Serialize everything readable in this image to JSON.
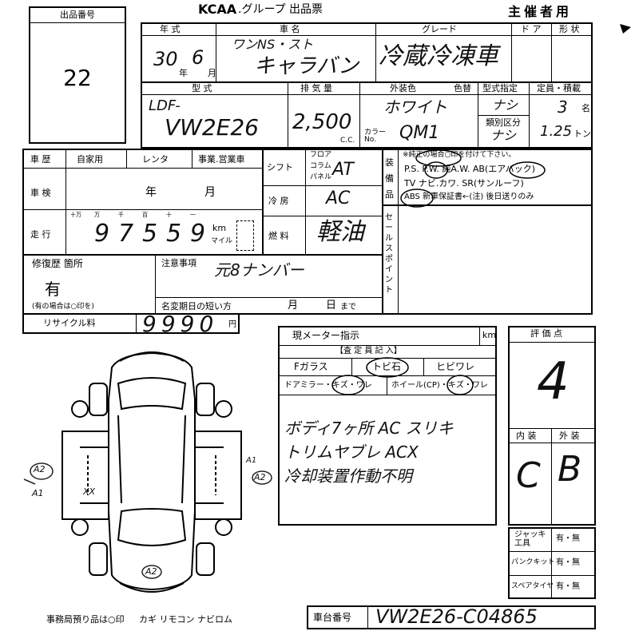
{
  "header": {
    "logo": "KCAA",
    "title": ".グループ 出品票",
    "organizer": "主催者用"
  },
  "lot": {
    "label": "出品番号",
    "number": "22"
  },
  "row1": {
    "year_label": "年 式",
    "car_label": "車 名",
    "grade_label": "グレード",
    "door_label": "ド ア",
    "body_label": "形 状",
    "year_value": "30",
    "year_unit": "年",
    "month_value": "6",
    "month_unit": "月",
    "car_name_line1": "ワンNS・スト",
    "car_name_line2": "キャラバン",
    "grade_value": "冷蔵冷凍車"
  },
  "row2": {
    "model_label": "型 式",
    "displacement_label": "排 気 量",
    "exterior_color_label": "外装色",
    "color_label": "色替",
    "type_designation_label": "型式指定",
    "capacity_label": "定員・積載",
    "model_prefix": "LDF-",
    "model_value": "VW2E26",
    "displacement_value": "2,500",
    "displacement_unit": "C.C.",
    "color_value": "ホワイト",
    "color_no_label": "カラー No.",
    "color_no_value": "QM1",
    "type_designation_value": "ナシ",
    "class_label": "類別区分",
    "class_value": "ナシ",
    "capacity_value": "3",
    "capacity_unit": "名",
    "load_value": "1.25",
    "load_unit": "トン"
  },
  "history": {
    "history_label": "車 歴",
    "private": "自家用",
    "rental": "レンタ",
    "business": "事業.営業車",
    "inspection_label": "車 検",
    "inspection_year": "年",
    "inspection_month": "月",
    "mileage_label": "走 行",
    "digit_labels": [
      "十万",
      "万",
      "千",
      "百",
      "十",
      "一"
    ],
    "mileage_digits": [
      "",
      "9",
      "7",
      "5",
      "5",
      "9"
    ],
    "unit_km": "km",
    "unit_mile": "マイル"
  },
  "shift": {
    "shift_label": "シフト",
    "floor": "フロア",
    "column": "コラム",
    "panel": "パネル",
    "shift_value": "AT",
    "ac_label": "冷 房",
    "ac_value": "AC",
    "fuel_label": "燃 料",
    "fuel_value": "軽油"
  },
  "equipment": {
    "label": "装備品",
    "note": "※純正の場合○印を付けて下さい。",
    "line1": "P.S. P.W. 純A.W. AB(エアバック)",
    "line2": "TV ナビ.カワ. SR(サンルーフ)",
    "line3": "ABS 新車保証書←(注) 後日送りのみ",
    "sales_point_label": "セールスポイント"
  },
  "repair": {
    "label": "修復歴 箇所",
    "value": "有",
    "note": "(有の場合は○印を)",
    "caution_label": "注意事項",
    "caution_value": "元8ナンバー",
    "deadline_label": "名変期日の短い方",
    "deadline_month": "月",
    "deadline_day": "日",
    "deadline_suffix": "まで",
    "recycle_label": "リサイクル料",
    "recycle_value": "9990",
    "recycle_unit": "円"
  },
  "meter": {
    "label": "現メーター指示",
    "unit": "km",
    "inspector_header": "【査 定 員 記 入】",
    "glass": "Fガラス",
    "tobi": "トビ石",
    "crack": "ヒビワレ",
    "mirror": "ドアミラー・キズ・ワレ",
    "wheel": "ホイール(CP)・キズ・ワレ",
    "notes_line1": "ボディ7ヶ所 AC スリキ",
    "notes_line2": "トリムヤブレ ACX",
    "notes_line3": "冷却装置作動不明"
  },
  "score": {
    "label": "評 価 点",
    "value": "4",
    "interior_label": "内 装",
    "exterior_label": "外 装",
    "interior_value": "C",
    "exterior_value": "B"
  },
  "tools": {
    "jack": "ジャッキ工具",
    "puncture": "パンクキット",
    "spare": "スペアタイヤ",
    "option": "有・無"
  },
  "diagram": {
    "marks_left": "A2",
    "marks_left2": "A1",
    "marks_right": "A2",
    "marks_right2": "A1",
    "marks_xx": "XX",
    "marks_bottom": "A2"
  },
  "footer": {
    "office_note": "事務局預り品は○印",
    "items": "カギ リモコン ナビロム",
    "chassis_label": "車台番号",
    "chassis_value": "VW2E26-C04865"
  }
}
